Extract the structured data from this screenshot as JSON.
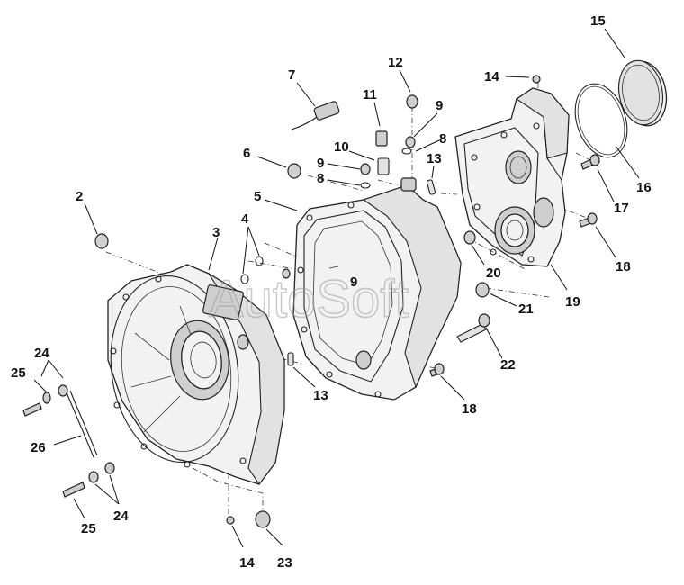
{
  "watermark": "AutoSoft",
  "callouts": [
    {
      "id": "c15",
      "text": "15"
    },
    {
      "id": "c14a",
      "text": "14"
    },
    {
      "id": "c12",
      "text": "12"
    },
    {
      "id": "c7",
      "text": "7"
    },
    {
      "id": "c11",
      "text": "11"
    },
    {
      "id": "c9a",
      "text": "9"
    },
    {
      "id": "c8a",
      "text": "8"
    },
    {
      "id": "c10",
      "text": "10"
    },
    {
      "id": "c6",
      "text": "6"
    },
    {
      "id": "c9b",
      "text": "9"
    },
    {
      "id": "c8b",
      "text": "8"
    },
    {
      "id": "c13a",
      "text": "13"
    },
    {
      "id": "c16",
      "text": "16"
    },
    {
      "id": "c17",
      "text": "17"
    },
    {
      "id": "c2",
      "text": "2"
    },
    {
      "id": "c5",
      "text": "5"
    },
    {
      "id": "c3",
      "text": "3"
    },
    {
      "id": "c4",
      "text": "4"
    },
    {
      "id": "c18a",
      "text": "18"
    },
    {
      "id": "c20",
      "text": "20"
    },
    {
      "id": "c19",
      "text": "19"
    },
    {
      "id": "c21",
      "text": "21"
    },
    {
      "id": "c9c",
      "text": "9"
    },
    {
      "id": "c22",
      "text": "22"
    },
    {
      "id": "c24a",
      "text": "24"
    },
    {
      "id": "c25a",
      "text": "25"
    },
    {
      "id": "c13b",
      "text": "13"
    },
    {
      "id": "c18b",
      "text": "18"
    },
    {
      "id": "c26",
      "text": "26"
    },
    {
      "id": "c24b",
      "text": "24"
    },
    {
      "id": "c25b",
      "text": "25"
    },
    {
      "id": "c14b",
      "text": "14"
    },
    {
      "id": "c23",
      "text": "23"
    }
  ]
}
